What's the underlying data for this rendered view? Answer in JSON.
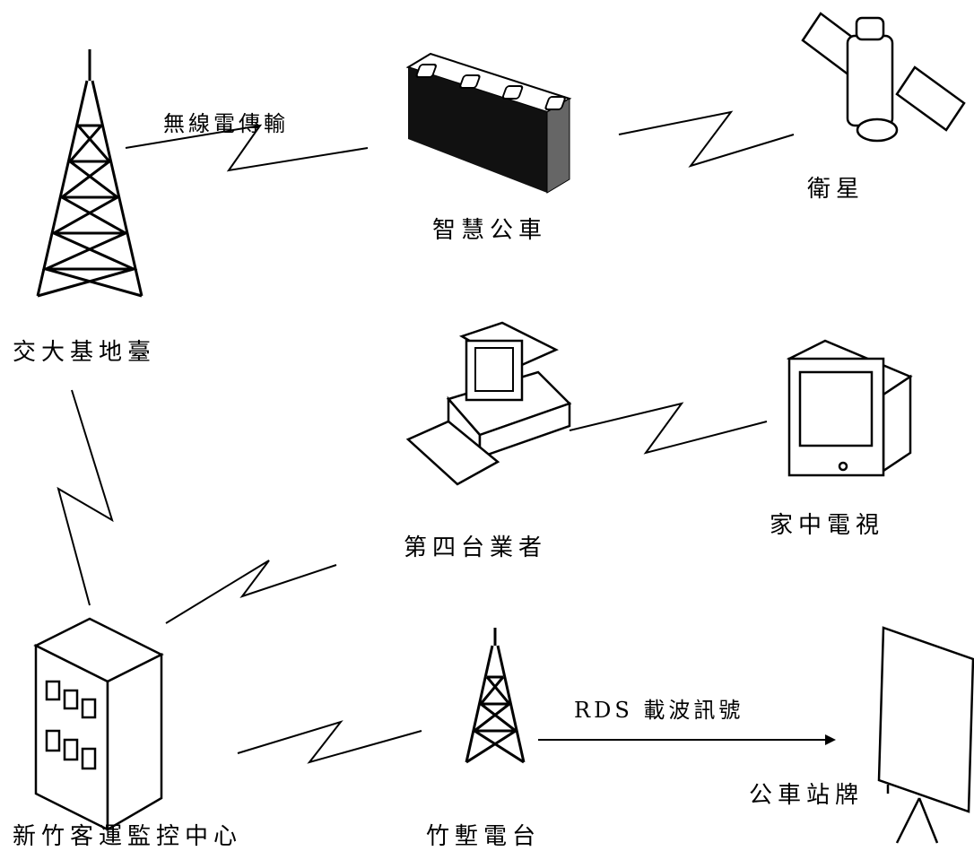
{
  "nodes": {
    "nctu_base_station": "交大基地臺",
    "smart_bus": "智慧公車",
    "satellite": "衛星",
    "fourth_operator": "第四台業者",
    "home_tv": "家中電視",
    "hsinchu_bus_control_center": "新竹客運監控中心",
    "zhudong_radio_station": "竹塹電台",
    "bus_stop_sign": "公車站牌"
  },
  "links": {
    "wireless_transmission": "無線電傳輸",
    "rds_carrier_signal": "RDS 載波訊號"
  }
}
